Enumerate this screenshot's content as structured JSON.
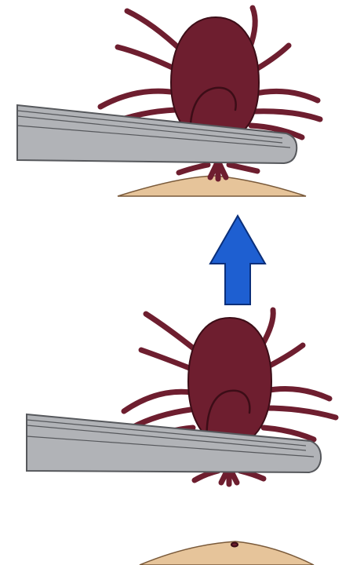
{
  "diagram": {
    "panels": [
      {
        "state": "tick grasped with tweezers at skin surface"
      },
      {
        "state": "tick pulled straight up and detached from skin"
      }
    ],
    "arrow": {
      "direction": "up"
    },
    "colors": {
      "tick": "#6e1e2f",
      "tick_outline": "#3c0d17",
      "tweezers": "#b1b3b7",
      "tweezers_outline": "#56585c",
      "skin": "#e6c49a",
      "skin_outline": "#7a5a3a",
      "arrow": "#1e5fd1",
      "arrow_outline": "#0a2f7a",
      "background": "#ffffff"
    }
  }
}
